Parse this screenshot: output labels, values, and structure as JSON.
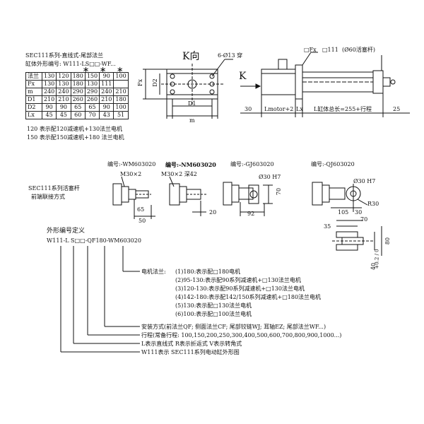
{
  "header": {
    "series_title": "SEC111系列-直线式-尾部法兰",
    "model_code_label": "缸体外形编号: W111-LS□□-WF...",
    "stars": "＊ ＊ ＊"
  },
  "spec_table": {
    "rows": [
      {
        "label": "法兰",
        "values": [
          "130",
          "120",
          "180",
          "150",
          "90",
          "100"
        ]
      },
      {
        "label": "Fx",
        "values": [
          "130",
          "130",
          "180",
          "130",
          "111",
          ""
        ]
      },
      {
        "label": "m",
        "values": [
          "240",
          "240",
          "290",
          "290",
          "240",
          "210"
        ]
      },
      {
        "label": "D1",
        "values": [
          "210",
          "210",
          "260",
          "260",
          "210",
          "180"
        ]
      },
      {
        "label": "D2",
        "values": [
          "90",
          "90",
          "65",
          "65",
          "90",
          "100"
        ]
      },
      {
        "label": "Lx",
        "values": [
          "45",
          "45",
          "60",
          "70",
          "43",
          "51"
        ]
      }
    ]
  },
  "notes": {
    "note_120": "120 表示配120减速机+130法兰电机",
    "note_150": "150 表示配150减速机+180 法兰电机"
  },
  "k_view": {
    "title": "K向",
    "holes": "6-Ø13 穿",
    "fx": "Fx",
    "d2": "D2",
    "d1": "D1",
    "m": "m"
  },
  "side_view": {
    "fx_label": "□Fx",
    "flange_label": "□111",
    "piston_label": "(Ø60活塞杆)",
    "k_arrow": "K",
    "dim_30": "30",
    "dim_lmotor": "Lmotor+2",
    "dim_lx": "Lx",
    "dim_body": "L缸体总长=255+行程",
    "dim_25": "25"
  },
  "rod_ends": {
    "section_title": "SEC111系列活塞杆",
    "section_subtitle": "前端联接方式",
    "wm": {
      "code": "编号:-WM603020",
      "thread": "M30×2",
      "dim_65": "65",
      "dim_50": "50"
    },
    "nm": {
      "code": "编号:-NM603020",
      "thread": "M30×2 深42",
      "dim_20": "20"
    },
    "gj": {
      "code": "编号:-GJ603020",
      "hole": "Ø30 H7",
      "dim_70": "70",
      "dim_92": "92"
    },
    "qj": {
      "code": "编号:-QJ603020",
      "hole": "Ø30 H7",
      "dim_r30": "R30",
      "dim_105": "105",
      "dim_30": "30",
      "dim_35": "35",
      "dim_70": "70",
      "dim_80": "80",
      "dim_40": "40",
      "tol": "+0.2 / 0"
    }
  },
  "code_definition": {
    "title": "外形编号定义",
    "example": "W111-L S□□-QF180-WM603020",
    "motor_flange_title": "电机法兰:",
    "motor_flange_items": [
      "(1)180:表示配□180电机",
      "(2)95-130:表示配90系列减速机+□130法兰电机",
      "(3)120-130:表示配90系列减速机+□130法兰电机",
      "(4)142-180:表示配142/150系列减速机+□180法兰电机",
      "(5)130:表示配□130法兰电机",
      "(6)100:表示配□100法兰电机"
    ],
    "mount": "安装方式(前法兰QF; 侧面法兰CF; 尾部铰链WJ; 耳轴EZ; 尾部法兰WF...)",
    "stroke": "行程(常备行程: 100,150,200,250,300,400,500,600,700,800,900,1000...)",
    "type": "L表示直线式 R表示折返式 V表示转角式",
    "model": "W111表示 SEC111系列电动缸外形图"
  }
}
